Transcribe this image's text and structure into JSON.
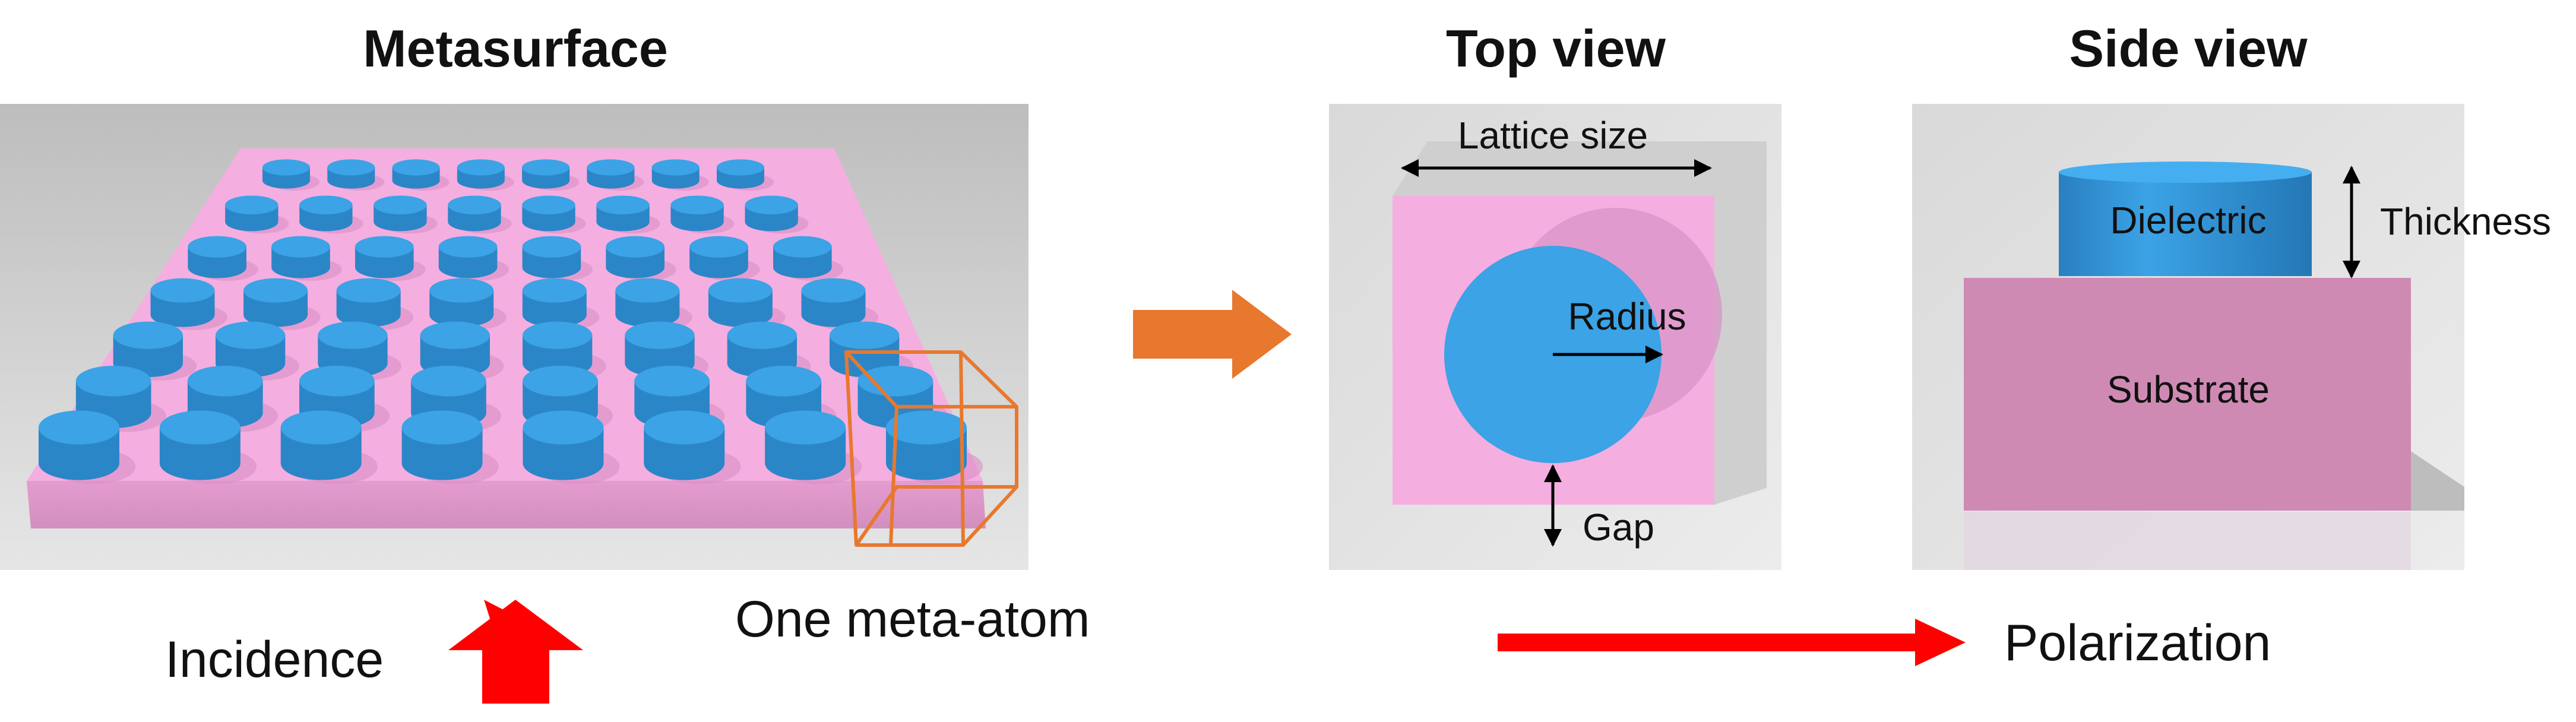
{
  "titles": {
    "metasurface": "Metasurface",
    "top_view": "Top view",
    "side_view": "Side view"
  },
  "labels": {
    "one_meta_atom": "One meta-atom",
    "incidence": "Incidence",
    "polarization": "Polarization",
    "lattice_size": "Lattice size",
    "radius": "Radius",
    "gap": "Gap",
    "dielectric": "Dielectric",
    "thickness": "Thickness",
    "substrate": "Substrate"
  },
  "colors": {
    "substrate_pink": "#f5aee0",
    "substrate_side_pink": "#cf8ab4",
    "pillar_blue": "#3ba3e6",
    "pillar_side_blue": "#2b86c7",
    "panel_gray": "#c9c9c9",
    "highlight_orange": "#e8782e",
    "arrow_red": "#ff0000",
    "arrow_black": "#000000"
  },
  "metasurface_array": {
    "rows": 7,
    "columns": 8,
    "highlighted_cell": "front-right"
  }
}
